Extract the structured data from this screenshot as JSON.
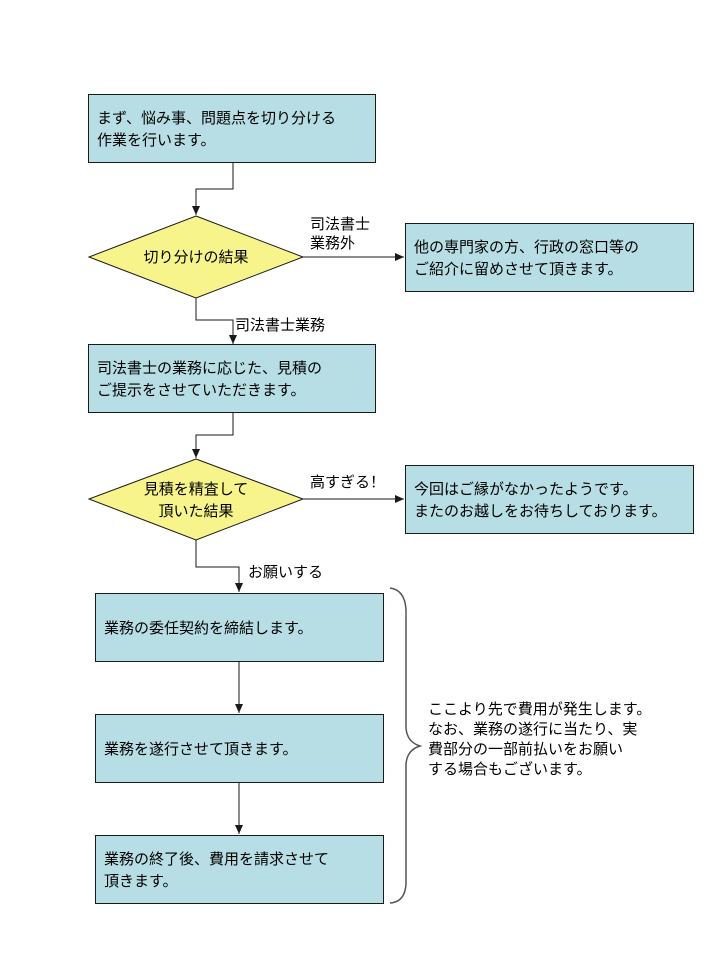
{
  "colors": {
    "process_fill": "#b7dee4",
    "decision_fill": "#f8f48c",
    "stroke": "#1a1a1a",
    "brace": "#555555"
  },
  "flowchart": {
    "step1": "まず、悩み事、問題点を切り分ける\n作業を行います。",
    "decision1": "切り分けの結果",
    "decision1_yes_label": "司法書士業務",
    "decision1_no_label": "司法書士\n業務外",
    "referral_box": "他の専門家の方、行政の窓口等の\nご紹介に留めさせて頂きます。",
    "step2": "司法書士の業務に応じた、見積の\nご提示をさせていただきます。",
    "decision2": "見積を精査して\n頂いた結果",
    "decision2_yes_label": "お願いする",
    "decision2_no_label": "高すぎる！",
    "decline_box": "今回はご縁がなかったようです。\nまたのお越しをお待ちしております。",
    "step3": "業務の委任契約を締結します。",
    "step4": "業務を遂行させて頂きます。",
    "step5": "業務の終了後、費用を請求させて\n頂きます。",
    "fee_note": "ここより先で費用が発生します。\nなお、業務の遂行に当たり、実\n費部分の一部前払いをお願い\nする場合もございます。"
  }
}
